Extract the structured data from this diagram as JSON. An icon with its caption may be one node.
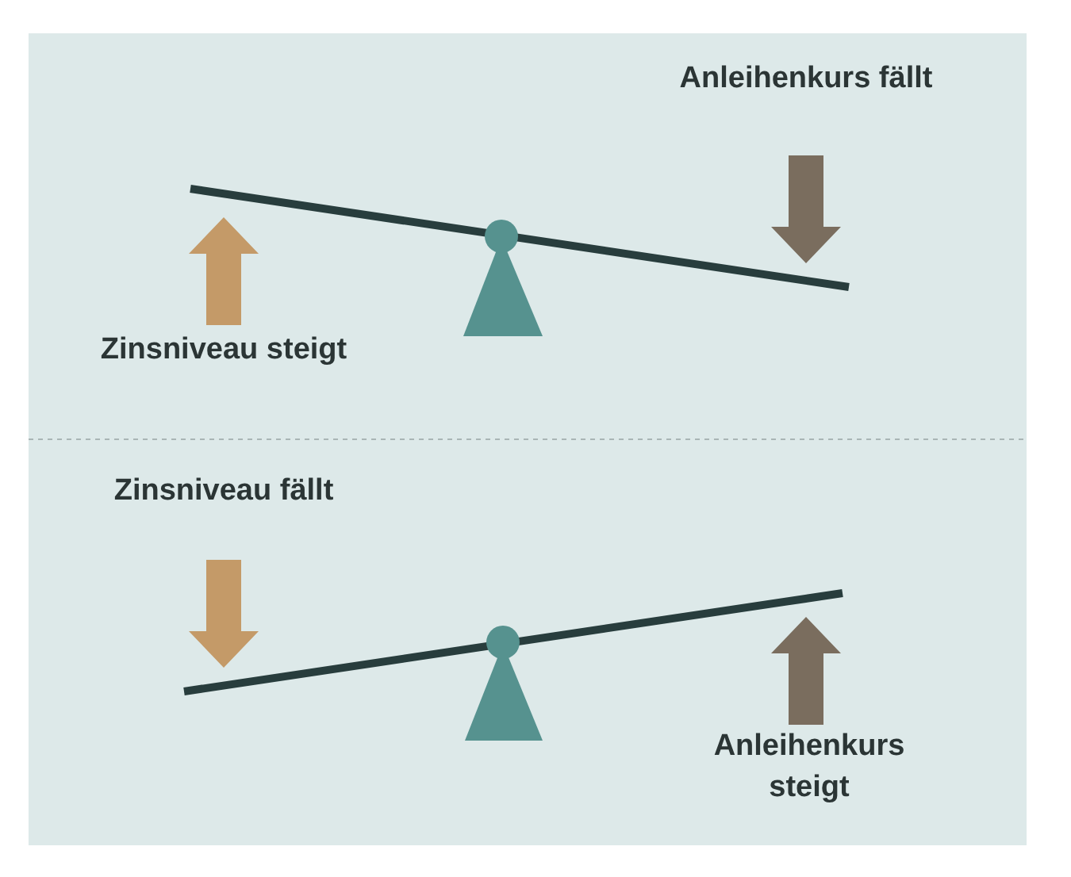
{
  "diagram": {
    "labels": [
      "Anleihenkurs fällt",
      "Zinsniveau steigt",
      "Zinsniveau fällt",
      "Anleihenkurs steigt"
    ]
  }
}
